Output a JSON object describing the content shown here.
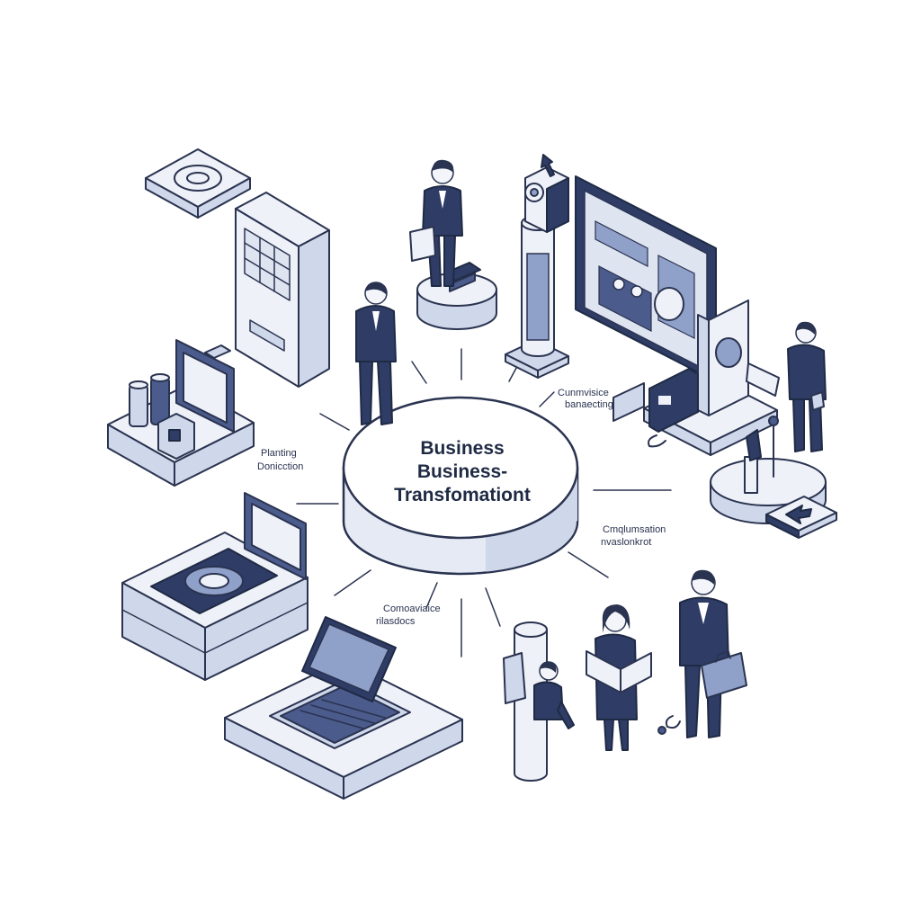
{
  "hub": {
    "line1": "Business",
    "line2": "Business-",
    "line3": "Transfomationt"
  },
  "labels": {
    "left_top": "Planting",
    "left_bottom": "Donicction",
    "upper_right_top": "Cunmvisice",
    "upper_right_bottom": "banaecting",
    "right_top": "Cmqlumsation",
    "right_bottom": "nvaslonkrot",
    "bottom_top": "Comoaviaice",
    "bottom_bottom": "rilasdocs"
  },
  "colors": {
    "outline": "#2a3350",
    "navy": "#2f3d66",
    "accent": "#4a5b8c",
    "light": "#eef1f8",
    "shade": "#cfd7ea"
  }
}
